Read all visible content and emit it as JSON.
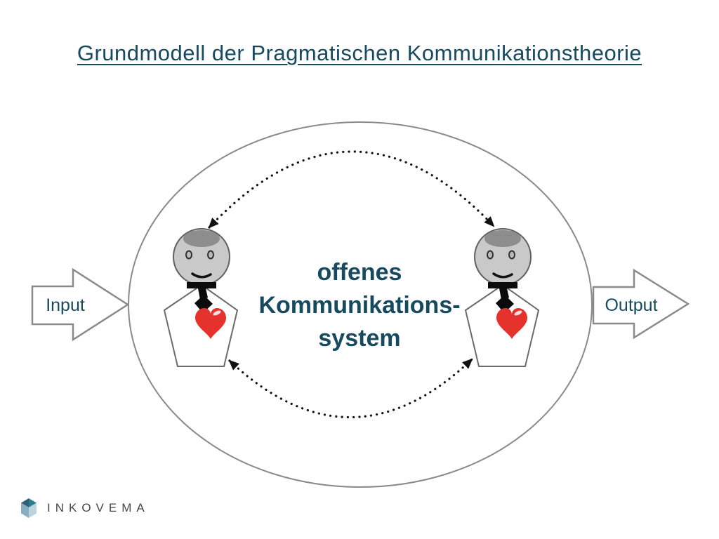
{
  "title": {
    "text": "Grundmodell der Pragmatischen Kommunikationstheorie"
  },
  "diagram": {
    "system_label": {
      "line1": "offenes",
      "line2": "Kommunikations-",
      "line3": "system",
      "full_text": "offenes Kommunikations-system"
    },
    "input_arrow": {
      "label": "Input"
    },
    "output_arrow": {
      "label": "Output"
    },
    "figures": {
      "left": "person-with-heart",
      "right": "person-with-heart"
    },
    "arrows": {
      "top": "dotted-double-headed-arc",
      "bottom": "dotted-double-headed-arc"
    }
  },
  "logo": {
    "text": "INKOVEMA",
    "icon": "cube-icon"
  },
  "colors": {
    "accent_text": "#17495f",
    "outline_gray": "#8a8a8a",
    "figure_outline": "#666666",
    "head_gray": "#c9c9c9",
    "hair_gray": "#8d8d8d",
    "heart_red": "#e5322c",
    "arc_black": "#111111",
    "logo_text": "#474747",
    "cube_dark": "#2d5f79",
    "cube_teal": "#2e7d8c",
    "cube_mid": "#88aec3",
    "cube_light": "#bdd4df"
  }
}
